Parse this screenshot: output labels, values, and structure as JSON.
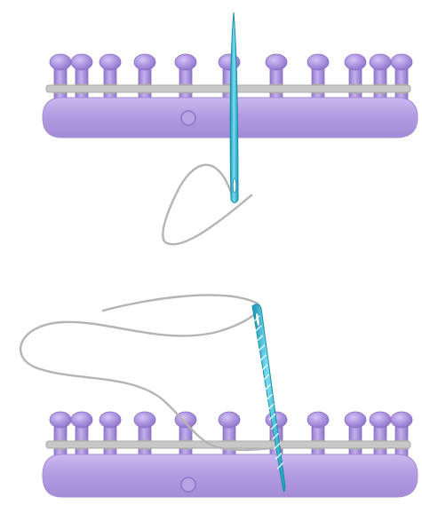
{
  "colors": {
    "background": "#ffffff",
    "loom_base": "#b39be0",
    "loom_base_edge": "#a48bd6",
    "loom_base_highlight": "#cdbdf0",
    "peg": "#a58bd8",
    "peg_dark": "#8d74c7",
    "peg_light": "#c7b5ef",
    "yarn_loop": "#b9b9b9",
    "yarn_loop_dark": "#9f9f9f",
    "needle": "#35bfd8",
    "needle_dark": "#1596b3",
    "needle_light": "#8ee4f2",
    "thread": "#b4b4b4"
  },
  "panels": [
    {
      "name": "step-1",
      "needle_style": "plain"
    },
    {
      "name": "step-2",
      "needle_style": "striped"
    }
  ]
}
